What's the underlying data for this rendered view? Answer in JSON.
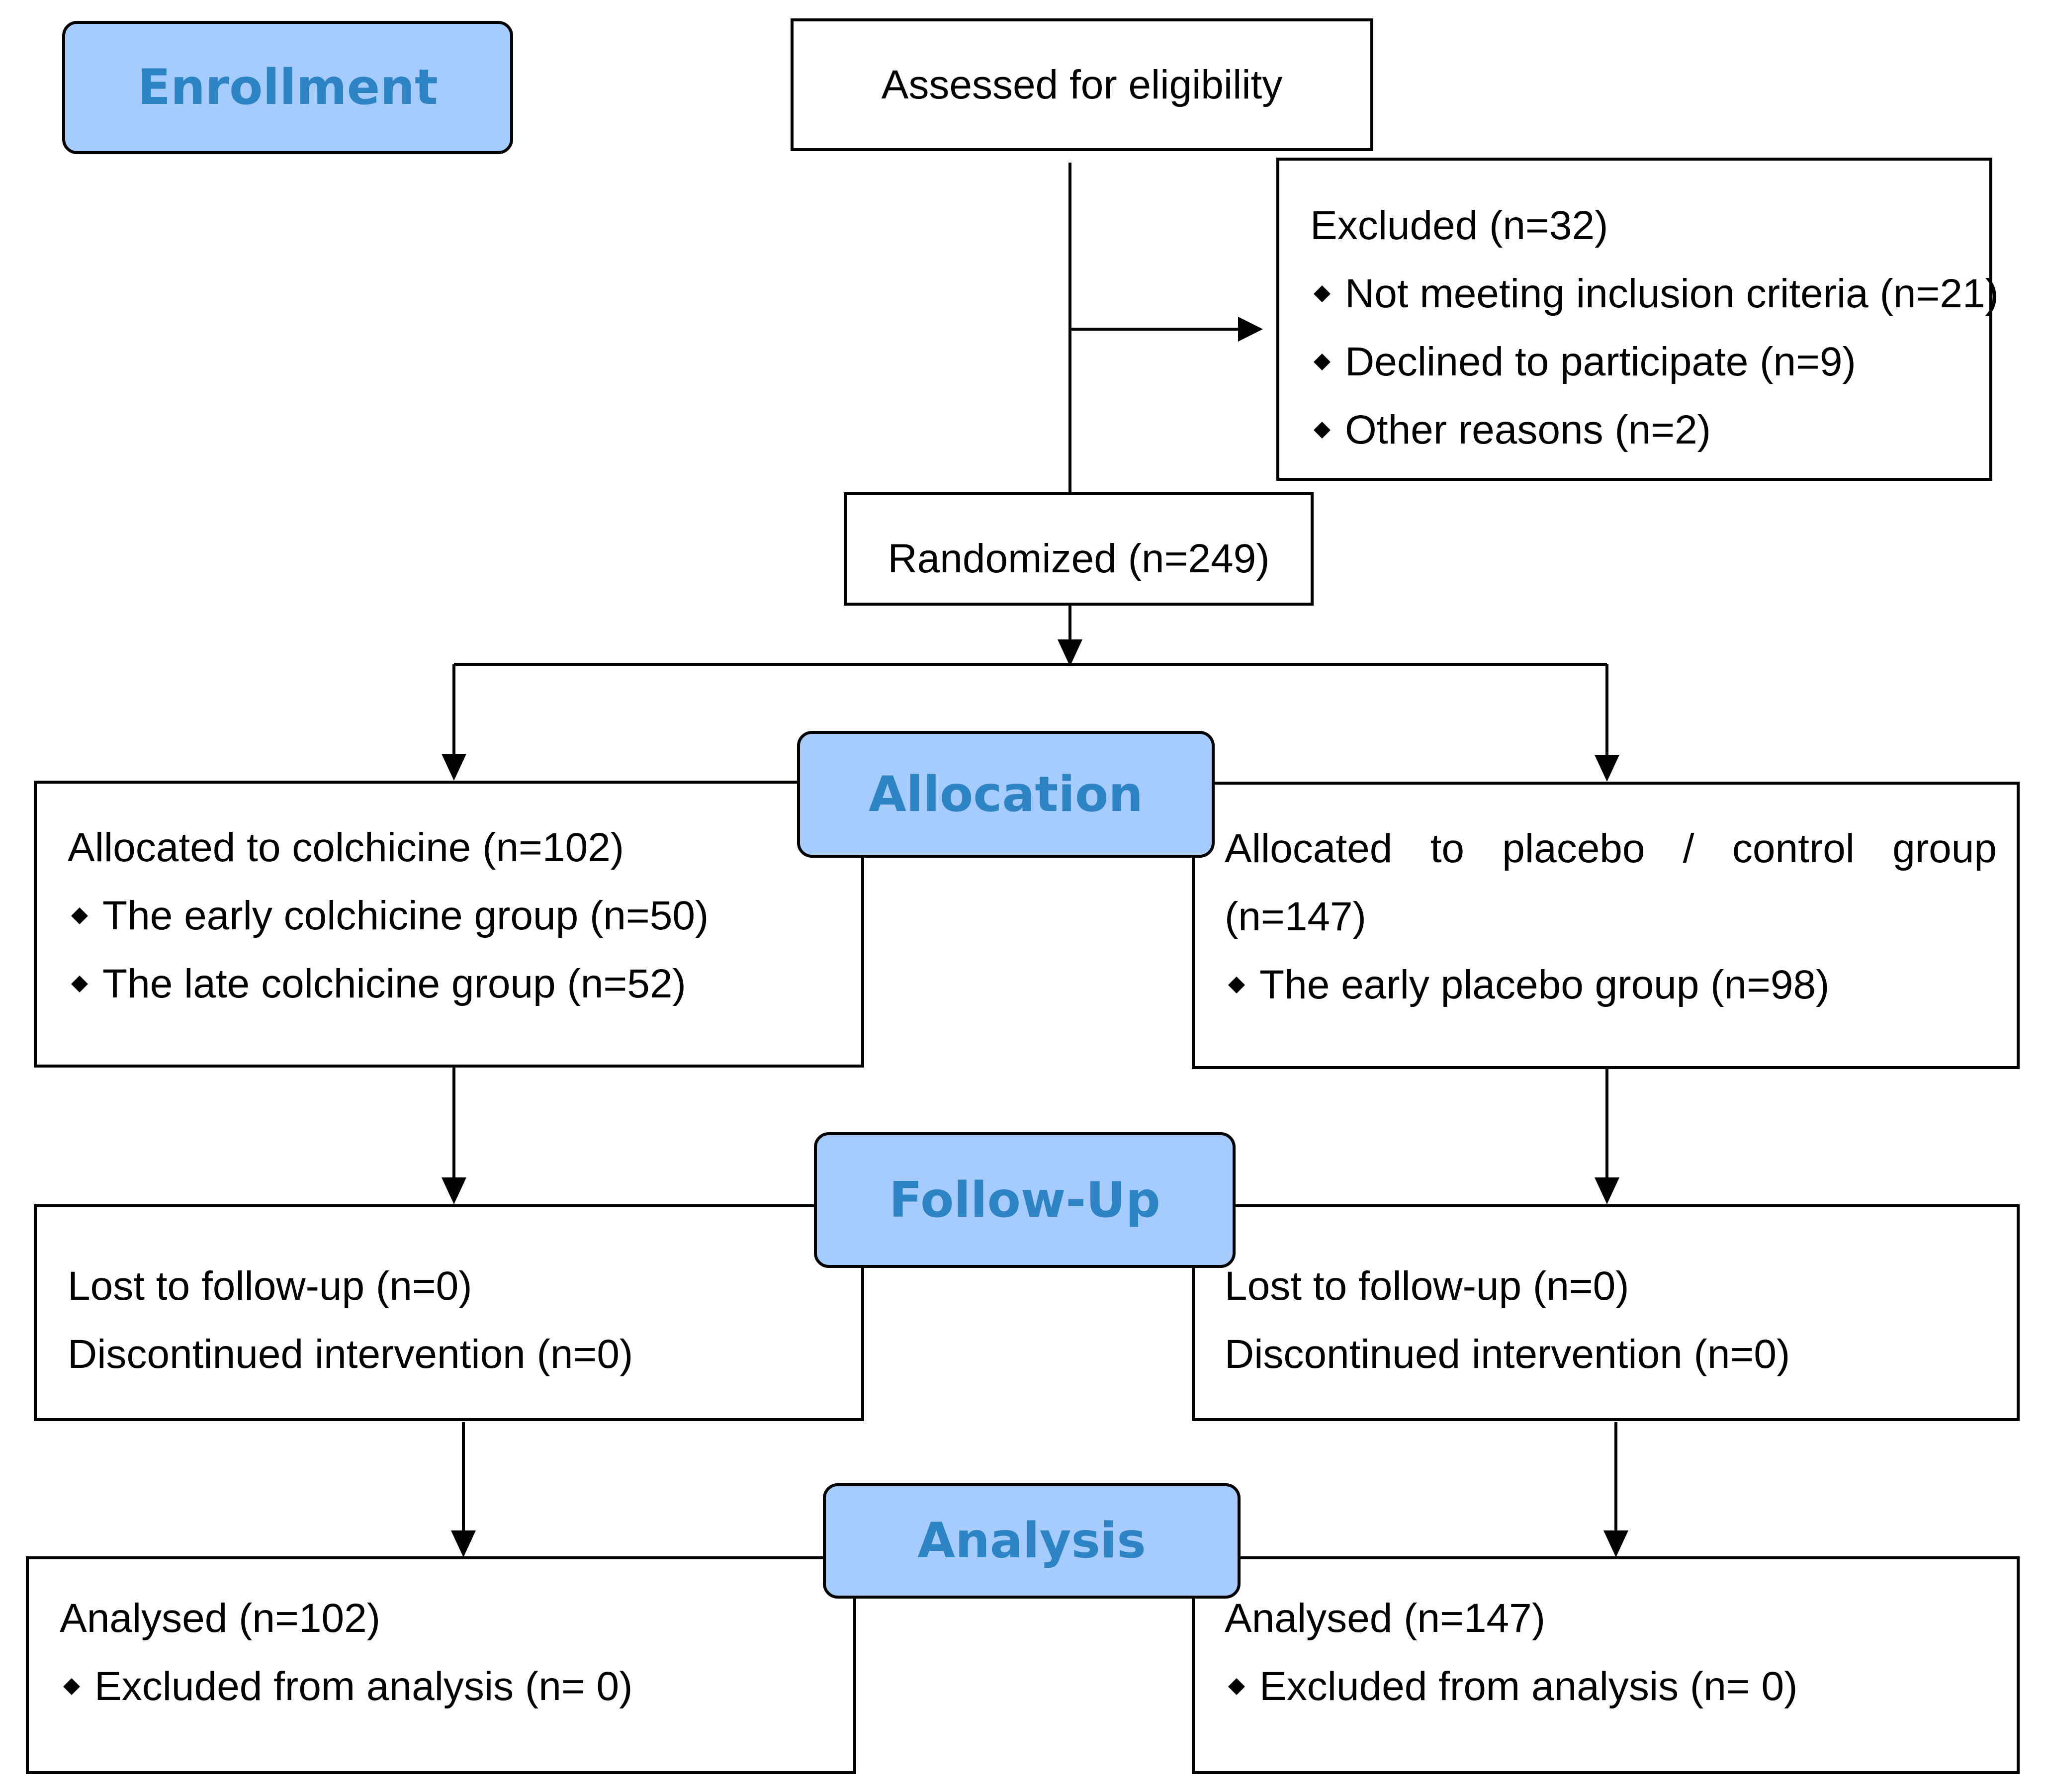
{
  "stages": {
    "enrollment": "Enrollment",
    "allocation": "Allocation",
    "follow_up": "Follow-Up",
    "analysis": "Analysis"
  },
  "assessed": "Assessed for eligibility",
  "excluded": {
    "title": "Excluded (n=32)",
    "items": [
      "Not meeting inclusion criteria (n=21)",
      "Declined to participate (n=9)",
      "Other reasons (n=2)"
    ]
  },
  "randomized": "Randomized (n=249)",
  "allocation_left": {
    "title": "Allocated to colchicine (n=102)",
    "items": [
      "The early colchicine group (n=50)",
      "The late colchicine group (n=52)"
    ]
  },
  "allocation_right": {
    "title_line1": "Allocated to placebo / control group",
    "title_line2": "(n=147)",
    "items": [
      "The early placebo group (n=98)"
    ]
  },
  "followup_left": {
    "lost": "Lost to follow-up (n=0)",
    "discontinued": "Discontinued intervention (n=0)"
  },
  "followup_right": {
    "lost": "Lost to follow-up (n=0)",
    "discontinued": "Discontinued intervention (n=0)"
  },
  "analysis_left": {
    "title": "Analysed (n=102)",
    "items": [
      "Excluded from analysis (n= 0)"
    ]
  },
  "analysis_right": {
    "title": "Analysed (n=147)",
    "items": [
      "Excluded from analysis (n= 0)"
    ]
  }
}
